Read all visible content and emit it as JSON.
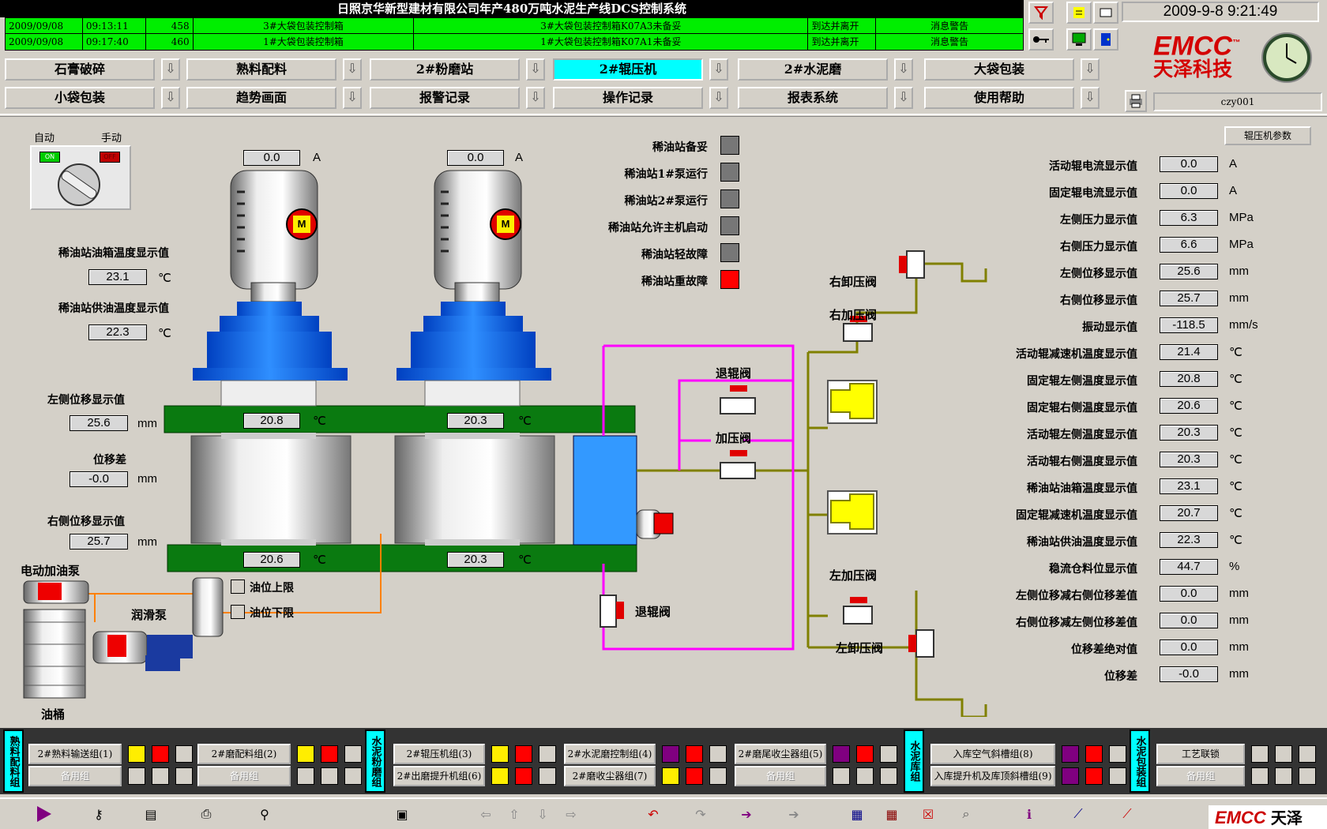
{
  "title": "日照京华新型建材有限公司年产480万吨水泥生产线DCS控制系统",
  "alarms": [
    {
      "date": "2009/09/08",
      "time": "09:13:11",
      "code": "458",
      "src": "3#大袋包装控制箱",
      "msg": "3#大袋包装控制箱K07A3未备妥",
      "state": "到达并离开",
      "type": "消息警告"
    },
    {
      "date": "2009/09/08",
      "time": "09:17:40",
      "code": "460",
      "src": "1#大袋包装控制箱",
      "msg": "1#大袋包装控制箱K07A1未备妥",
      "state": "到达并离开",
      "type": "消息警告"
    }
  ],
  "datetime": "2009-9-8  9:21:49",
  "brand": {
    "logo": "EMCC",
    "tm": "™",
    "cn": "天泽科技"
  },
  "user": "czy001",
  "nav_row1": [
    "石膏破碎",
    "熟料配料",
    "2#粉磨站",
    "2#辊压机",
    "2#水泥磨",
    "大袋包装"
  ],
  "nav_row2": [
    "小袋包装",
    "趋势画面",
    "报警记录",
    "操作记录",
    "报表系统",
    "使用帮助"
  ],
  "nav_active": "2#辊压机",
  "mode": {
    "auto": "自动",
    "manual": "手动",
    "on": "ON",
    "off": "OFF"
  },
  "oil_tank_temp": {
    "label": "稀油站油箱温度显示值",
    "value": "23.1",
    "unit": "℃"
  },
  "oil_supply_temp": {
    "label": "稀油站供油温度显示值",
    "value": "22.3",
    "unit": "℃"
  },
  "left_disp": {
    "label": "左侧位移显示值",
    "value": "25.6",
    "unit": "mm"
  },
  "disp_diff": {
    "label": "位移差",
    "value": "-0.0",
    "unit": "mm"
  },
  "right_disp": {
    "label": "右侧位移显示值",
    "value": "25.7",
    "unit": "mm"
  },
  "motor1_current": "0.0",
  "motor2_current": "0.0",
  "amp": "A",
  "motor_letter": "M",
  "bearing": {
    "t1": "20.8",
    "t2": "20.3",
    "t3": "20.6",
    "t4": "20.3",
    "unit": "℃"
  },
  "oil_station": [
    {
      "label": "稀油站备妥",
      "color": "#777777"
    },
    {
      "label": "稀油站1#泵运行",
      "color": "#777777"
    },
    {
      "label": "稀油站2#泵运行",
      "color": "#777777"
    },
    {
      "label": "稀油站允许主机启动",
      "color": "#777777"
    },
    {
      "label": "稀油站轻故障",
      "color": "#777777"
    },
    {
      "label": "稀油站重故障",
      "color": "#ff0000"
    }
  ],
  "valves": {
    "right_unload": "右卸压阀",
    "right_press": "右加压阀",
    "retract": "退辊阀",
    "press": "加压阀",
    "retract2": "退辊阀",
    "left_press": "左加压阀",
    "left_unload": "左卸压阀"
  },
  "pumps": {
    "oil_pump": "电动加油泵",
    "lube_pump": "润滑泵",
    "barrel": "油桶",
    "oil_upper": "油位上限",
    "oil_lower": "油位下限"
  },
  "param_button": "辊压机参数",
  "params": [
    {
      "label": "活动辊电流显示值",
      "value": "0.0",
      "unit": "A"
    },
    {
      "label": "固定辊电流显示值",
      "value": "0.0",
      "unit": "A"
    },
    {
      "label": "左侧压力显示值",
      "value": "6.3",
      "unit": "MPa"
    },
    {
      "label": "右侧压力显示值",
      "value": "6.6",
      "unit": "MPa"
    },
    {
      "label": "左侧位移显示值",
      "value": "25.6",
      "unit": "mm"
    },
    {
      "label": "右侧位移显示值",
      "value": "25.7",
      "unit": "mm"
    },
    {
      "label": "振动显示值",
      "value": "-118.5",
      "unit": "mm/s"
    },
    {
      "label": "活动辊减速机温度显示值",
      "value": "21.4",
      "unit": "℃"
    },
    {
      "label": "固定辊左侧温度显示值",
      "value": "20.8",
      "unit": "℃"
    },
    {
      "label": "固定辊右侧温度显示值",
      "value": "20.6",
      "unit": "℃"
    },
    {
      "label": "活动辊左侧温度显示值",
      "value": "20.3",
      "unit": "℃"
    },
    {
      "label": "活动辊右侧温度显示值",
      "value": "20.3",
      "unit": "℃"
    },
    {
      "label": "稀油站油箱温度显示值",
      "value": "23.1",
      "unit": "℃"
    },
    {
      "label": "固定辊减速机温度显示值",
      "value": "20.7",
      "unit": "℃"
    },
    {
      "label": "稀油站供油温度显示值",
      "value": "22.3",
      "unit": "℃"
    },
    {
      "label": "稳流仓料位显示值",
      "value": "44.7",
      "unit": "%"
    },
    {
      "label": "左侧位移减右侧位移差值",
      "value": "0.0",
      "unit": "mm"
    },
    {
      "label": "右侧位移减左侧位移差值",
      "value": "0.0",
      "unit": "mm"
    },
    {
      "label": "位移差绝对值",
      "value": "0.0",
      "unit": "mm"
    },
    {
      "label": "位移差",
      "value": "-0.0",
      "unit": "mm"
    }
  ],
  "status_groups": [
    {
      "tag": "熟料配料组",
      "buttons": [
        "2#熟料输送组(1)",
        "备用组",
        "2#磨配料组(2)",
        "备用组"
      ]
    },
    {
      "tag": "水泥粉磨组",
      "buttons": [
        "2#辊压机组(3)",
        "2#出磨提升机组(6)",
        "2#水泥磨控制组(4)",
        "2#磨收尘器组(7)",
        "2#磨尾收尘器组(5)",
        "备用组"
      ]
    },
    {
      "tag": "水泥库组",
      "buttons": [
        "入库空气斜槽组(8)",
        "入库提升机及库顶斜槽组(9)"
      ]
    },
    {
      "tag": "水泥包装组",
      "buttons": [
        "工艺联锁",
        "备用组"
      ]
    }
  ],
  "footer_brand": {
    "logo": "EMCC",
    "cn": "天泽"
  }
}
